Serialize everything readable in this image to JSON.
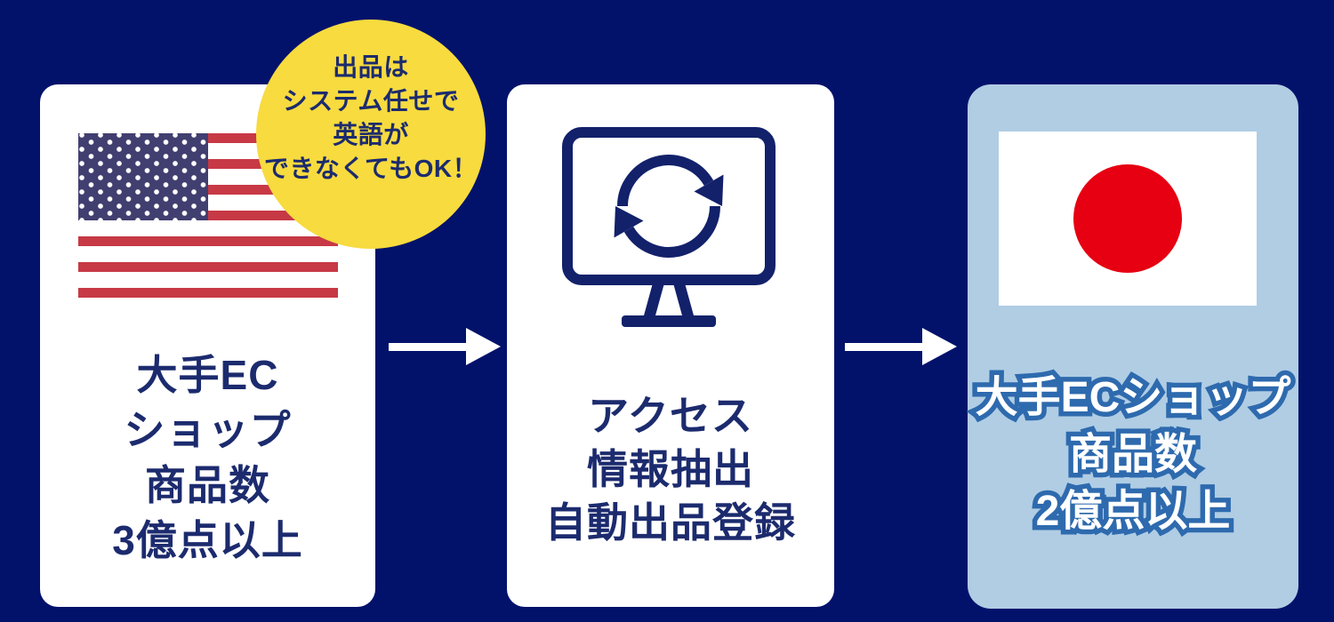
{
  "badge": {
    "lines": [
      "出品は",
      "システム任せで",
      "英語が",
      "できなくてもOK！"
    ]
  },
  "cards": [
    {
      "name": "source-shop",
      "flag": "us-flag",
      "lines": [
        "大手EC",
        "ショップ",
        "商品数",
        "3億点以上"
      ]
    },
    {
      "name": "system-process",
      "icon": "monitor-sync-icon",
      "lines": [
        "アクセス",
        "情報抽出",
        "自動出品登録"
      ]
    },
    {
      "name": "result-shop",
      "flag": "japan-flag",
      "lines": [
        "大手ECショップ",
        "商品数",
        "2億点以上"
      ]
    }
  ],
  "colors": {
    "background": "#02126B",
    "card_bg": "#FFFFFF",
    "card_jp_bg": "#B0CDE4",
    "badge_bg": "#F7DB3F",
    "text_navy": "#1C2B6E",
    "icon_navy": "#12216A",
    "outline_blue": "#2E6AAE",
    "us_flag_red": "#C73945",
    "us_flag_canton": "#413F70",
    "jp_flag_red": "#E60012",
    "arrow": "#FFFFFF"
  }
}
